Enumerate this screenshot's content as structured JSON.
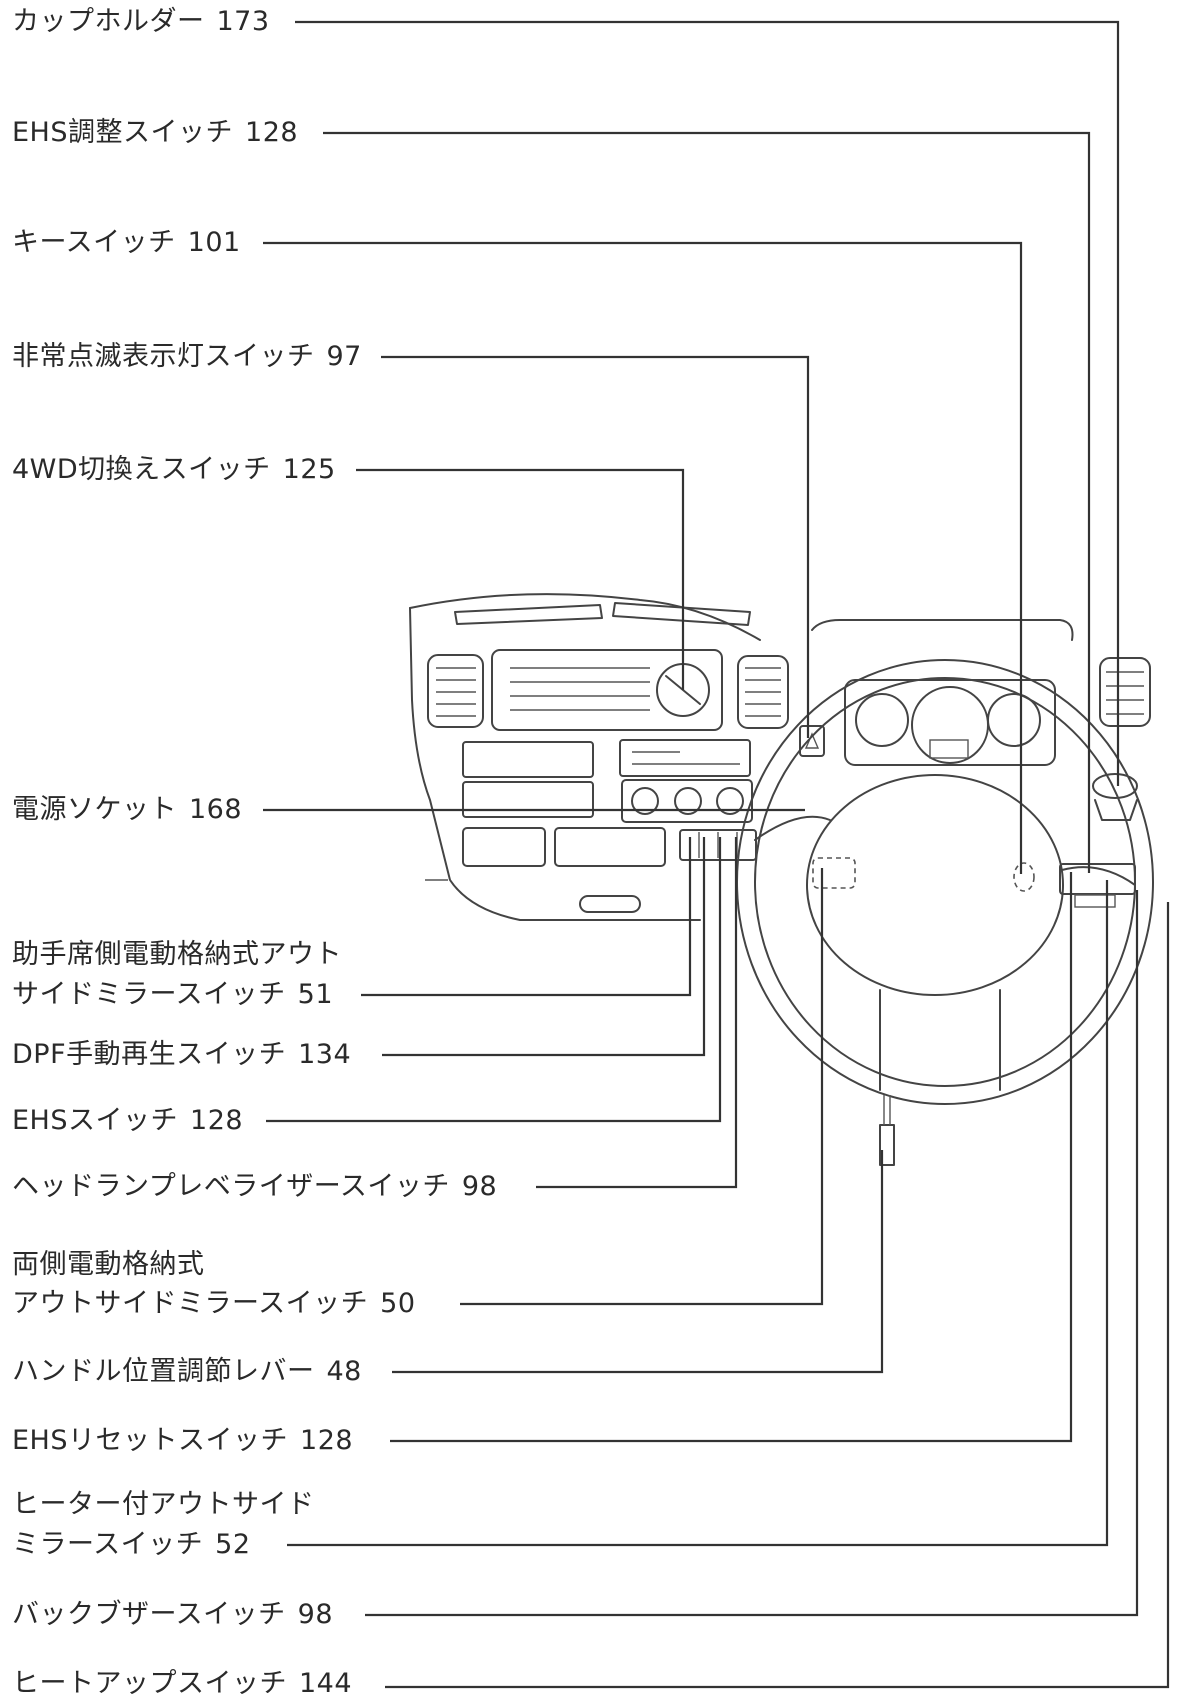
{
  "callouts": [
    {
      "name": "cup-holder",
      "text": "カップホルダー",
      "page": "173"
    },
    {
      "name": "ehs-adjust-switch",
      "text": "EHS調整スイッチ",
      "page": "128"
    },
    {
      "name": "key-switch",
      "text": "キースイッチ",
      "page": "101"
    },
    {
      "name": "hazard-switch",
      "text": "非常点滅表示灯スイッチ",
      "page": "97"
    },
    {
      "name": "4wd-switch",
      "text": "4WD切換えスイッチ",
      "page": "125"
    },
    {
      "name": "power-socket",
      "text": "電源ソケット",
      "page": "168"
    },
    {
      "name": "passenger-mirror-switch",
      "text_line1": "助手席側電動格納式アウト",
      "text": "サイドミラースイッチ",
      "page": "51"
    },
    {
      "name": "dpf-switch",
      "text": "DPF手動再生スイッチ",
      "page": "134"
    },
    {
      "name": "ehs-switch",
      "text": "EHSスイッチ",
      "page": "128"
    },
    {
      "name": "headlamp-leveler-switch",
      "text": "ヘッドランプレベライザースイッチ",
      "page": "98"
    },
    {
      "name": "both-mirror-switch",
      "text_line1": "両側電動格納式",
      "text": "アウトサイドミラースイッチ",
      "page": "50"
    },
    {
      "name": "steering-lever",
      "text": "ハンドル位置調節レバー",
      "page": "48"
    },
    {
      "name": "ehs-reset-switch",
      "text": "EHSリセットスイッチ",
      "page": "128"
    },
    {
      "name": "heated-mirror-switch",
      "text_line1": "ヒーター付アウトサイド",
      "text": "ミラースイッチ",
      "page": "52"
    },
    {
      "name": "back-buzzer-switch",
      "text": "バックブザースイッチ",
      "page": "98"
    },
    {
      "name": "heat-up-switch",
      "text": "ヒートアップスイッチ",
      "page": "144"
    }
  ]
}
